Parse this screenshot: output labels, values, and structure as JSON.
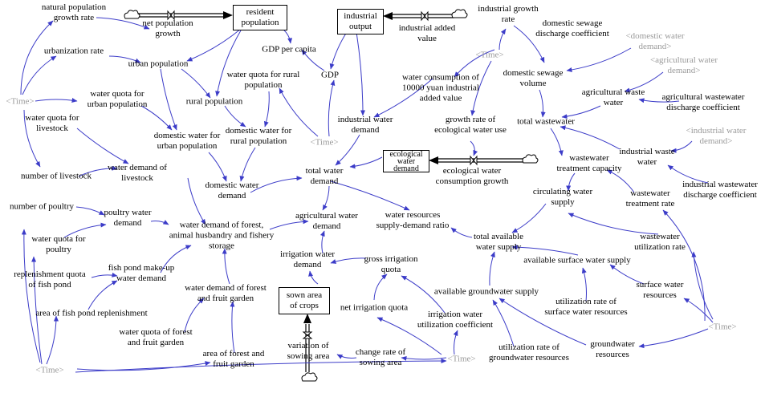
{
  "stocks": [
    {
      "id": "resident_population",
      "label": "resident\npopulation"
    },
    {
      "id": "industrial_output",
      "label": "industrial\noutput"
    },
    {
      "id": "ecological_water_demand",
      "label": "ecological\nwater\ndemand"
    },
    {
      "id": "sown_area",
      "label": "sown area\nof crops"
    }
  ],
  "variables": [
    {
      "id": "natural_population_growth_rate",
      "label": "natural population\ngrowth rate"
    },
    {
      "id": "net_population_growth",
      "label": "net population\ngrowth"
    },
    {
      "id": "industrial_growth_rate",
      "label": "industrial growth\nrate"
    },
    {
      "id": "industrial_added_value",
      "label": "industrial added\nvalue"
    },
    {
      "id": "domestic_sewage_discharge_coefficient",
      "label": "domestic sewage\ndischarge coefficient"
    },
    {
      "id": "urbanization_rate",
      "label": "urbanization rate"
    },
    {
      "id": "urban_population",
      "label": "urban population"
    },
    {
      "id": "gdp_per_capita",
      "label": "GDP per capita"
    },
    {
      "id": "gdp",
      "label": "GDP"
    },
    {
      "id": "water_quota_rural",
      "label": "water quota for rural\npopulation"
    },
    {
      "id": "water_consumption_industrial",
      "label": "water consumption of\n10000 yuan industrial\nadded value"
    },
    {
      "id": "domestic_sewage_volume",
      "label": "domestic sewage\nvolume"
    },
    {
      "id": "water_quota_urban",
      "label": "water quota for\nurban population"
    },
    {
      "id": "rural_population",
      "label": "rural population"
    },
    {
      "id": "agricultural_waste_water",
      "label": "agricultural waste\nwater"
    },
    {
      "id": "agricultural_wastewater_discharge_coefficient",
      "label": "agricultural wastewater\ndischarge coefficient"
    },
    {
      "id": "water_quota_livestock",
      "label": "water quota for\nlivestock"
    },
    {
      "id": "domestic_water_urban",
      "label": "domestic water for\nurban population"
    },
    {
      "id": "domestic_water_rural",
      "label": "domestic water for\nrural population"
    },
    {
      "id": "industrial_water_demand",
      "label": "industrial water\ndemand"
    },
    {
      "id": "growth_rate_ecological",
      "label": "growth rate of\necological water use"
    },
    {
      "id": "total_wastewater",
      "label": "total wastewater"
    },
    {
      "id": "industrial_waste_water",
      "label": "industrial waste\nwater"
    },
    {
      "id": "wastewater_treatment_capacity",
      "label": "wastewater\ntreatment capacity"
    },
    {
      "id": "industrial_wastewater_discharge_coefficient",
      "label": "industrial wastewater\ndischarge coefficient"
    },
    {
      "id": "number_of_livestock",
      "label": "number of livestock"
    },
    {
      "id": "water_demand_livestock",
      "label": "water demand of\nlivestock"
    },
    {
      "id": "domestic_water_demand",
      "label": "domestic water\ndemand"
    },
    {
      "id": "total_water_demand",
      "label": "total water\ndemand"
    },
    {
      "id": "ecological_water_consumption_growth",
      "label": "ecological water\nconsumption growth"
    },
    {
      "id": "wastewater_treatment_rate",
      "label": "wastewater\ntreatment rate"
    },
    {
      "id": "circulating_water_supply",
      "label": "circulating water\nsupply"
    },
    {
      "id": "number_of_poultry",
      "label": "number of poultry"
    },
    {
      "id": "poultry_water_demand",
      "label": "poultry water\ndemand"
    },
    {
      "id": "water_demand_forest_animal_fishery",
      "label": "water demand of forest,\nanimal husbandry and fishery\nstorage"
    },
    {
      "id": "agricultural_water_demand",
      "label": "agricultural water\ndemand"
    },
    {
      "id": "water_resources_ratio",
      "label": "water resources\nsupply-demand ratio"
    },
    {
      "id": "total_available_water_supply",
      "label": "total available\nwater supply"
    },
    {
      "id": "water_quota_poultry",
      "label": "water quota for\npoultry"
    },
    {
      "id": "irrigation_water_demand",
      "label": "irrigation water\ndemand"
    },
    {
      "id": "gross_irrigation_quota",
      "label": "gross irrigation\nquota"
    },
    {
      "id": "available_surface_water_supply",
      "label": "available surface water supply"
    },
    {
      "id": "wastewater_utilization_rate",
      "label": "wastewater\nutilization rate"
    },
    {
      "id": "replenishment_quota_fish_pond",
      "label": "replenishment quota\nof fish pond"
    },
    {
      "id": "fish_pond_makeup_water_demand",
      "label": "fish pond make-up\nwater demand"
    },
    {
      "id": "water_demand_forest_fruit",
      "label": "water demand of forest\nand fruit garden"
    },
    {
      "id": "available_groundwater_supply",
      "label": "available groundwater supply"
    },
    {
      "id": "surface_water_resources",
      "label": "surface water\nresources"
    },
    {
      "id": "utilization_rate_surface",
      "label": "utilization rate of\nsurface water resources"
    },
    {
      "id": "area_fish_pond_replenishment",
      "label": "area of fish pond replenishment"
    },
    {
      "id": "net_irrigation_quota",
      "label": "net irrigation quota"
    },
    {
      "id": "irrigation_water_utilization_coefficient",
      "label": "irrigation water\nutilization coefficient"
    },
    {
      "id": "water_quota_forest_fruit",
      "label": "water quota of forest\nand fruit garden"
    },
    {
      "id": "groundwater_resources",
      "label": "groundwater\nresources"
    },
    {
      "id": "utilization_rate_groundwater",
      "label": "utilization rate of\ngroundwater resources"
    },
    {
      "id": "variation_sowing_area",
      "label": "variation of\nsowing area"
    },
    {
      "id": "change_rate_sowing_area",
      "label": "change rate of\nsowing area"
    },
    {
      "id": "area_forest_fruit",
      "label": "area of forest and\nfruit garden"
    }
  ],
  "shadow_variables": [
    {
      "id": "time_left",
      "label": "<Time>"
    },
    {
      "id": "time_top",
      "label": "<Time>"
    },
    {
      "id": "time_mid",
      "label": "<Time>"
    },
    {
      "id": "time_bottom_left",
      "label": "<Time>"
    },
    {
      "id": "time_bottom_mid",
      "label": "<Time>"
    },
    {
      "id": "time_right",
      "label": "<Time>"
    },
    {
      "id": "domestic_water_demand_shadow",
      "label": "<domestic water\ndemand>"
    },
    {
      "id": "agricultural_water_demand_shadow",
      "label": "<agricultural water\ndemand>"
    },
    {
      "id": "industrial_water_demand_shadow",
      "label": "<industrial water\ndemand>"
    }
  ],
  "colors": {
    "link": "#3c3cc8",
    "text": "#000000",
    "shadow_text": "#9a9a9a",
    "flow": "#000000"
  }
}
